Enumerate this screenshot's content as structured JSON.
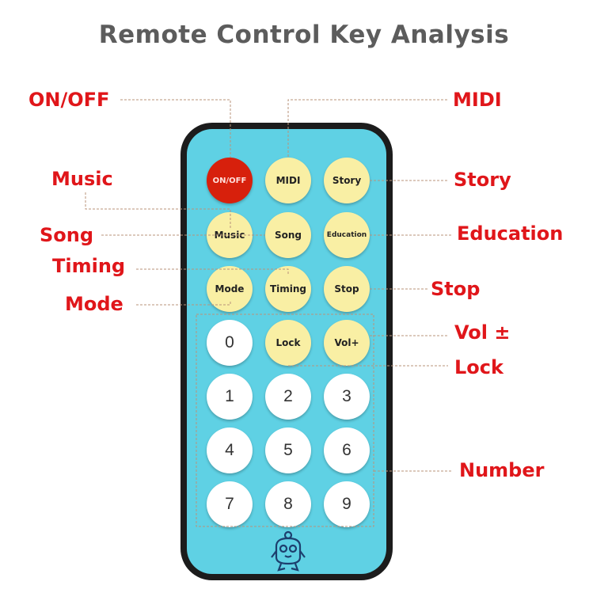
{
  "title": "Remote Control Key Analysis",
  "labels": {
    "on_off": "ON/OFF",
    "midi": "MIDI",
    "music": "Music",
    "story": "Story",
    "song": "Song",
    "education": "Education",
    "timing": "Timing",
    "stop": "Stop",
    "mode": "Mode",
    "vol": "Vol ±",
    "lock": "Lock",
    "number": "Number"
  },
  "buttons": {
    "on_off": "ON/OFF",
    "midi": "MIDI",
    "story": "Story",
    "music": "Music",
    "song": "Song",
    "education": "Education",
    "mode": "Mode",
    "timing": "Timing",
    "stop": "Stop",
    "lock": "Lock",
    "vol": "Vol+",
    "n0": "0",
    "n1": "1",
    "n2": "2",
    "n3": "3",
    "n4": "4",
    "n5": "5",
    "n6": "6",
    "n7": "7",
    "n8": "8",
    "n9": "9"
  },
  "colors": {
    "label": "#e0161a",
    "title": "#5c5c5c",
    "remote_face": "#5fd1e4",
    "remote_body": "#1c1c1c",
    "function_button": "#f9efa4",
    "power_button": "#d7200c",
    "number_button": "#ffffff",
    "leader_line": "#b9937a"
  },
  "icons": {
    "mascot": "penguin-mascot-icon"
  }
}
